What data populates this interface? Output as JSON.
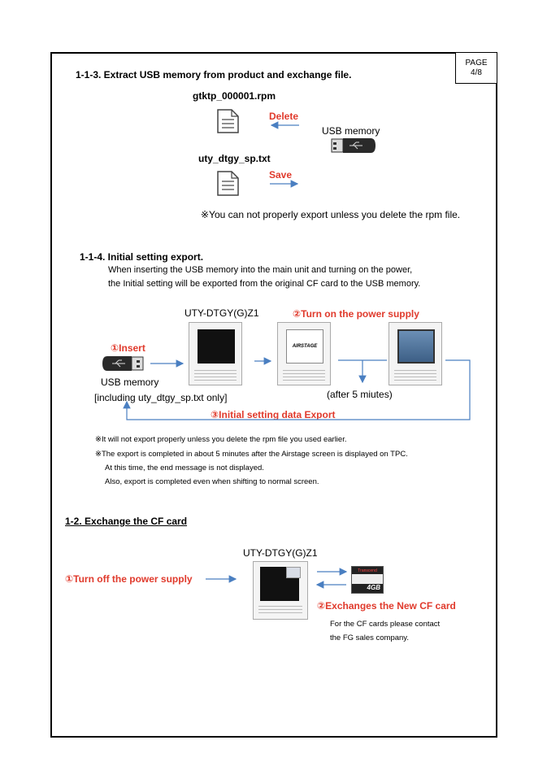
{
  "page_label": {
    "line1": "PAGE",
    "line2": "4/8"
  },
  "section_1_1_3": {
    "heading": "1-1-3. Extract USB memory from product and exchange file.",
    "file1": "gtktp_000001.rpm",
    "delete_label": "Delete",
    "usb_label": "USB memory",
    "file2": "uty_dtgy_sp.txt",
    "save_label": "Save",
    "note": "※You can not properly export unless you delete the rpm file."
  },
  "section_1_1_4": {
    "heading": "1-1-4. Initial setting export.",
    "desc1": "When inserting the USB memory into the main unit and turning on the power,",
    "desc2": "the Initial setting will be exported from the original CF card to the USB memory.",
    "device_label": "UTY-DTGY(G)Z1",
    "step2": "②Turn on the power supply",
    "step1": "①Insert",
    "usb_label": "USB memory",
    "usb_sub": "[including uty_dtgy_sp.txt only]",
    "after": "(after 5 miutes)",
    "step3": "③Initial setting data Export",
    "airstage_logo": "AIRSTAGE",
    "note1": "※It will not export properly unless you delete the rpm file you used earlier.",
    "note2": "※The export is completed in about 5 minutes after the Airstage screen is displayed on TPC.",
    "note3": "At this time, the end message is not displayed.",
    "note4": "Also, export is completed even when shifting to normal screen."
  },
  "section_1_2": {
    "heading": "1-2. Exchange the CF card",
    "device_label": "UTY-DTGY(G)Z1",
    "step1": "①Turn off the power supply",
    "step2": "②Exchanges the New CF card",
    "cf_brand": "Transcend",
    "cf_size": "4GB",
    "contact1": "For the CF cards please contact",
    "contact2": "the FG sales company."
  },
  "colors": {
    "accent_red": "#e03a2c",
    "arrow_blue": "#4a7fc1"
  }
}
